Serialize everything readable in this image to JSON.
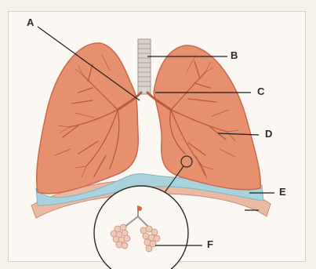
{
  "diagram": {
    "labels": {
      "a": "A",
      "b": "B",
      "c": "C",
      "d": "D",
      "e": "E",
      "f": "F"
    },
    "colors": {
      "lung": "#e6906f",
      "lung_edge": "#c9694b",
      "branch": "#b85a3e",
      "trachea": "#d9d2cc",
      "pleura": "#a9d3dc",
      "diaphragm": "#e9b9a3",
      "frame": "#fbf8f3"
    }
  }
}
